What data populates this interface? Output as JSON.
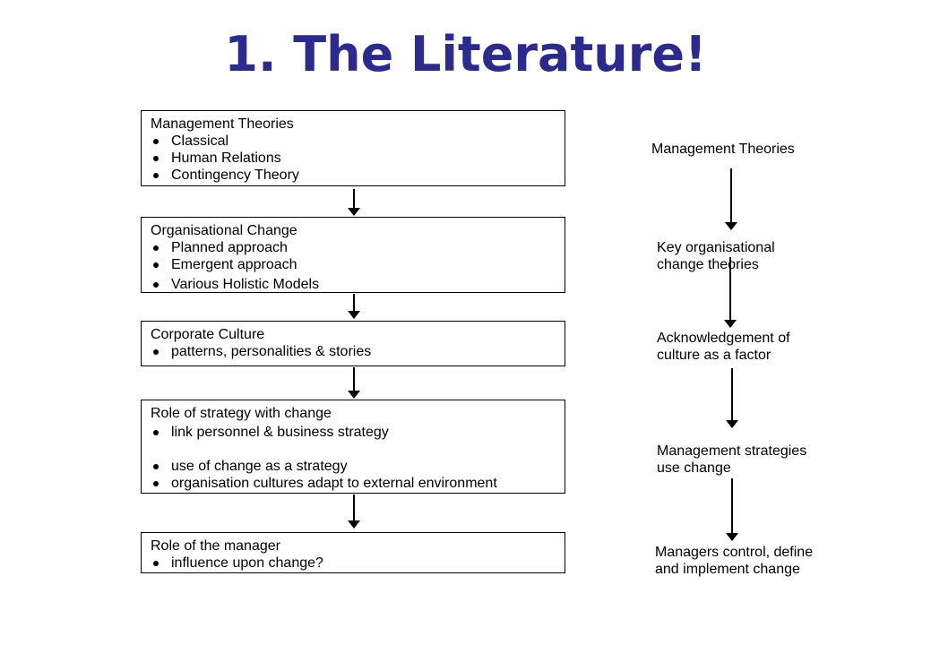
{
  "title": "1. The Literature!",
  "boxes": [
    {
      "heading": "Management Theories",
      "items": [
        "Classical",
        "Human Relations",
        "Contingency Theory"
      ]
    },
    {
      "heading": "Organisational Change",
      "items": [
        "Planned approach",
        "Emergent approach",
        "Various Holistic Models"
      ]
    },
    {
      "heading": "Corporate Culture",
      "items": [
        "patterns, personalities & stories"
      ]
    },
    {
      "heading": "Role of strategy with change",
      "items": [
        "link personnel & business strategy",
        "use of change as a strategy",
        "organisation cultures adapt to external environment"
      ]
    },
    {
      "heading": "Role of the manager",
      "items": [
        "influence upon change?"
      ]
    }
  ],
  "side": [
    "Management Theories",
    "Key organisational\nchange theories",
    "Acknowledgement of\nculture as a factor",
    "Management strategies\nuse change",
    "Managers control, define\nand implement change"
  ]
}
